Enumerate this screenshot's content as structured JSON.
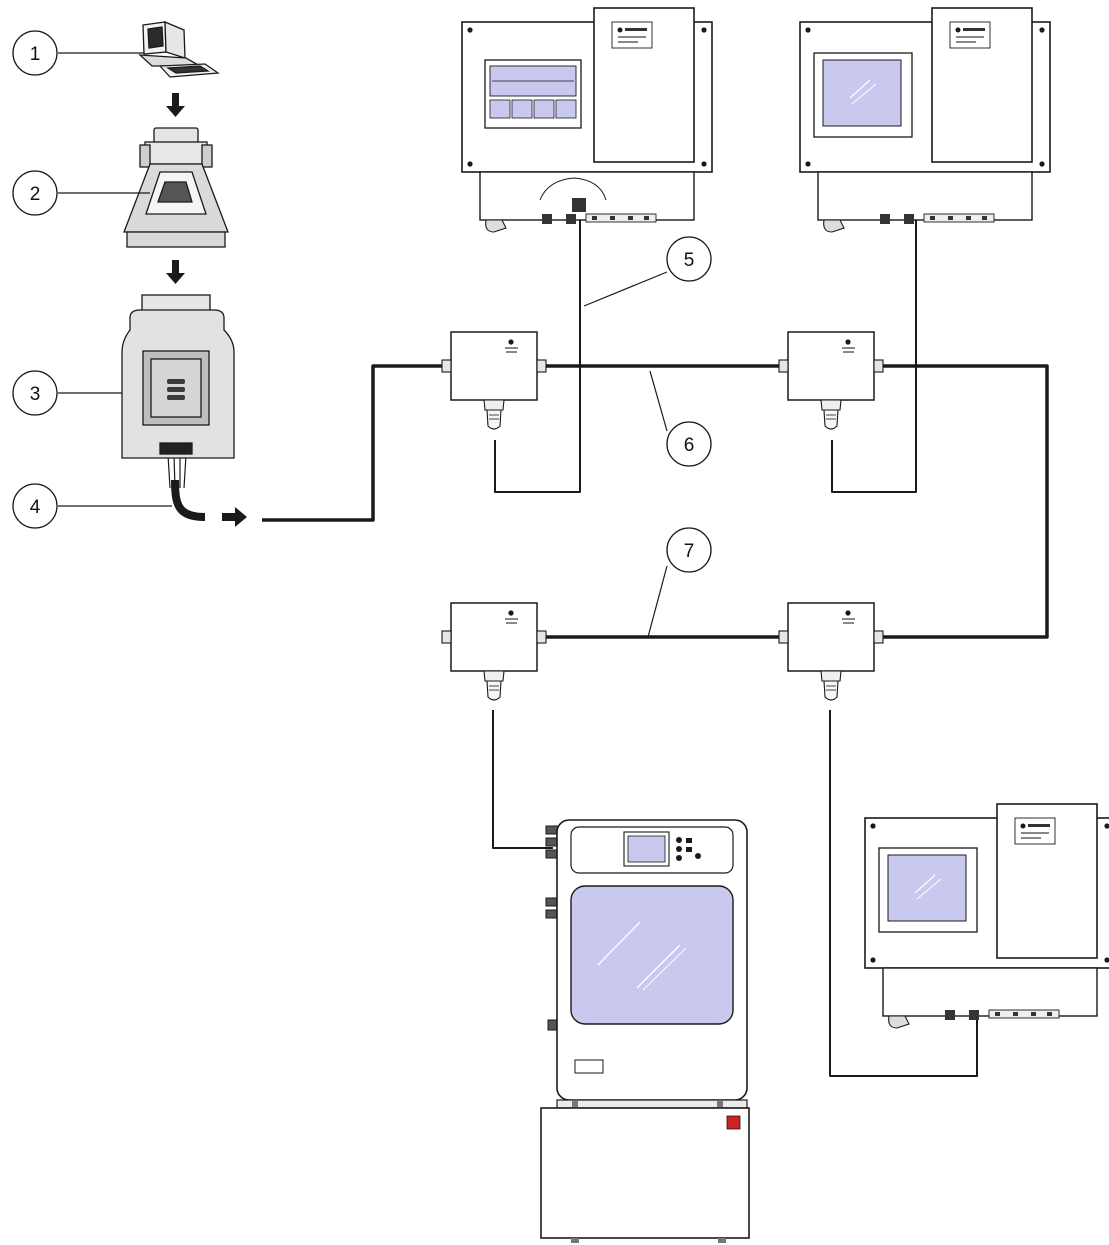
{
  "callouts": [
    {
      "label": "1",
      "target": "computer"
    },
    {
      "label": "2",
      "target": "serial-adapter"
    },
    {
      "label": "3",
      "target": "interface-converter"
    },
    {
      "label": "4",
      "target": "converter-cable"
    },
    {
      "label": "5",
      "target": "drop-cable"
    },
    {
      "label": "6",
      "target": "bus-cable"
    },
    {
      "label": "7",
      "target": "bus-cable"
    }
  ],
  "colors": {
    "stroke": "#1a1a1a",
    "screen": "#c9c8ee",
    "device_gray": "#d2d2d2",
    "indicator_red": "#cc2222"
  },
  "icons": [
    "computer-icon",
    "serial-adapter-icon",
    "interface-converter-icon",
    "arrow-down-icon",
    "arrow-right-icon"
  ]
}
